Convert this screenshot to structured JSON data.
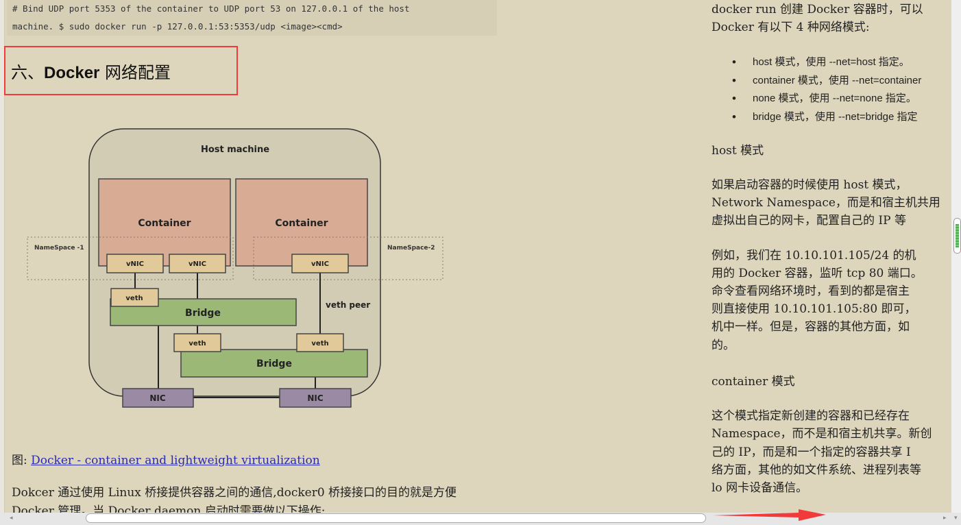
{
  "left": {
    "code_lines": [
      "# Bind UDP port 5353 of the container to UDP port 53 on 127.0.0.1 of the host",
      "machine. $ sudo docker run -p 127.0.0.1:53:5353/udp <image><cmd>"
    ],
    "heading_prefix": "六、",
    "heading_bold": "Docker",
    "heading_suffix": " 网络配置",
    "diagram": {
      "host": "Host machine",
      "container1": "Container",
      "container2": "Container",
      "ns1": "NameSpace -1",
      "ns2": "NameSpace-2",
      "vnic": "vNIC",
      "veth": "veth",
      "bridge": "Bridge",
      "veth_peer": "veth peer",
      "nic": "NIC"
    },
    "caption_prefix": "图: ",
    "caption_link": "Docker - container and lightweight virtualization",
    "paragraph": "Dokcer 通过使用 Linux 桥接提供容器之间的通信,docker0 桥接接口的目的就是方便 Docker 管理。当 Docker daemon 启动时需要做以下操作:"
  },
  "right": {
    "intro1": "docker run 创建 Docker 容器时，可以",
    "intro2": "Docker 有以下 4 种网络模式:",
    "modes": [
      "host 模式，使用 --net=host 指定。",
      "container 模式，使用 --net=container",
      "none 模式，使用 --net=none 指定。",
      "bridge 模式，使用 --net=bridge 指定"
    ],
    "host_title": "host 模式",
    "host_p1": [
      "如果启动容器的时候使用 host 模式，",
      "Network Namespace，而是和宿主机共用",
      "虚拟出自己的网卡，配置自己的 IP 等"
    ],
    "host_p2": [
      "例如，我们在 10.10.101.105/24 的机",
      "用的 Docker 容器，监听 tcp 80 端口。",
      "命令查看网络环境时，看到的都是宿主",
      "则直接使用 10.10.101.105:80 即可，",
      "机中一样。但是，容器的其他方面，如",
      "的。"
    ],
    "container_title": "container 模式",
    "container_p": [
      "这个模式指定新创建的容器和已经存在",
      "Namespace，而不是和宿主机共享。新创",
      "己的 IP，而是和一个指定的容器共享 I",
      "络方面，其他的如文件系统、进程列表等",
      "lo 网卡设备通信。"
    ]
  },
  "colors": {
    "highlight_box": "#f23a3a",
    "annotation_arrow": "#f23a3a",
    "link": "#2b2bb0",
    "background": "#ddd5bc"
  }
}
